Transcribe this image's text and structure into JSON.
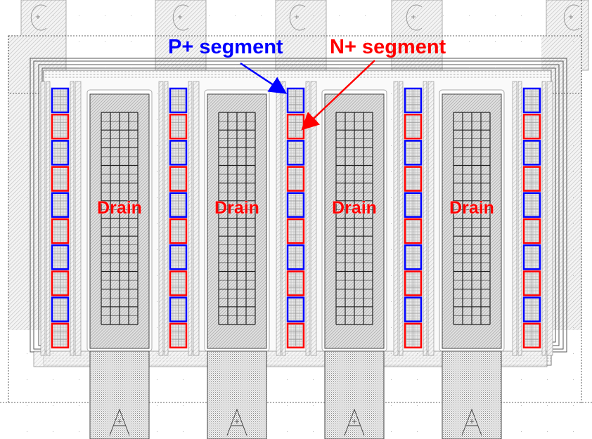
{
  "diagram": {
    "title": "Layout: alternating P+/N+ source-body segments with drain fingers",
    "annotations": [
      {
        "id": "p-plus",
        "text": "P+ segment",
        "color": "#0000ff"
      },
      {
        "id": "n-plus",
        "text": "N+ segment",
        "color": "#ff0000"
      }
    ],
    "drain_label": "Drain",
    "drain_color": "#ff0000",
    "drain_count": 4,
    "source_columns": 5,
    "segments_per_column": 10,
    "segment_pattern": [
      "P+",
      "N+",
      "P+",
      "N+",
      "P+",
      "N+",
      "P+",
      "N+",
      "P+",
      "N+"
    ],
    "colors": {
      "p_plus": "#0000ff",
      "n_plus": "#ff0000",
      "layout_lines": "#555555",
      "hatch": "#bbbbbb"
    },
    "pin_symbols": {
      "top": "gate-contact-symbol",
      "bottom": "anode-contact-symbol"
    }
  }
}
